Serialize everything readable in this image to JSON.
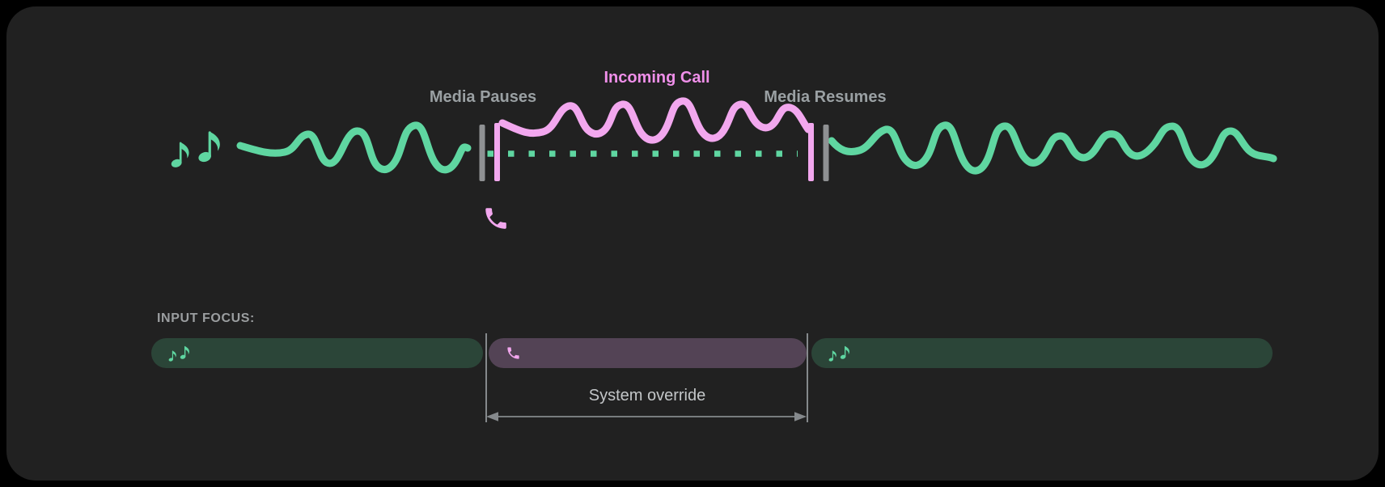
{
  "colors": {
    "outer_bg": "#000000",
    "panel_bg": "#212121",
    "media_green": "#5fd6a1",
    "media_green_dim": "#2b4538",
    "call_pink": "#f2a7ee",
    "call_pink_text": "#ef8fe9",
    "call_purple_dim": "#534355",
    "marker_gray": "#8f9193",
    "label_gray": "#9aa0a3",
    "heading_gray": "#9b9ea0",
    "annotation_gray": "#c3c6c8",
    "line_gray": "#85898c"
  },
  "timeline": {
    "media_pauses_label": "Media Pauses",
    "incoming_call_label": "Incoming Call",
    "media_resumes_label": "Media Resumes"
  },
  "icons": {
    "media": "music-notes",
    "call": "phone-handset"
  },
  "input_focus": {
    "heading": "INPUT FOCUS:",
    "annotation": "System override",
    "segments": [
      {
        "name": "media-before",
        "icon": "music-notes"
      },
      {
        "name": "call",
        "icon": "phone-handset"
      },
      {
        "name": "media-after",
        "icon": "music-notes"
      }
    ]
  }
}
